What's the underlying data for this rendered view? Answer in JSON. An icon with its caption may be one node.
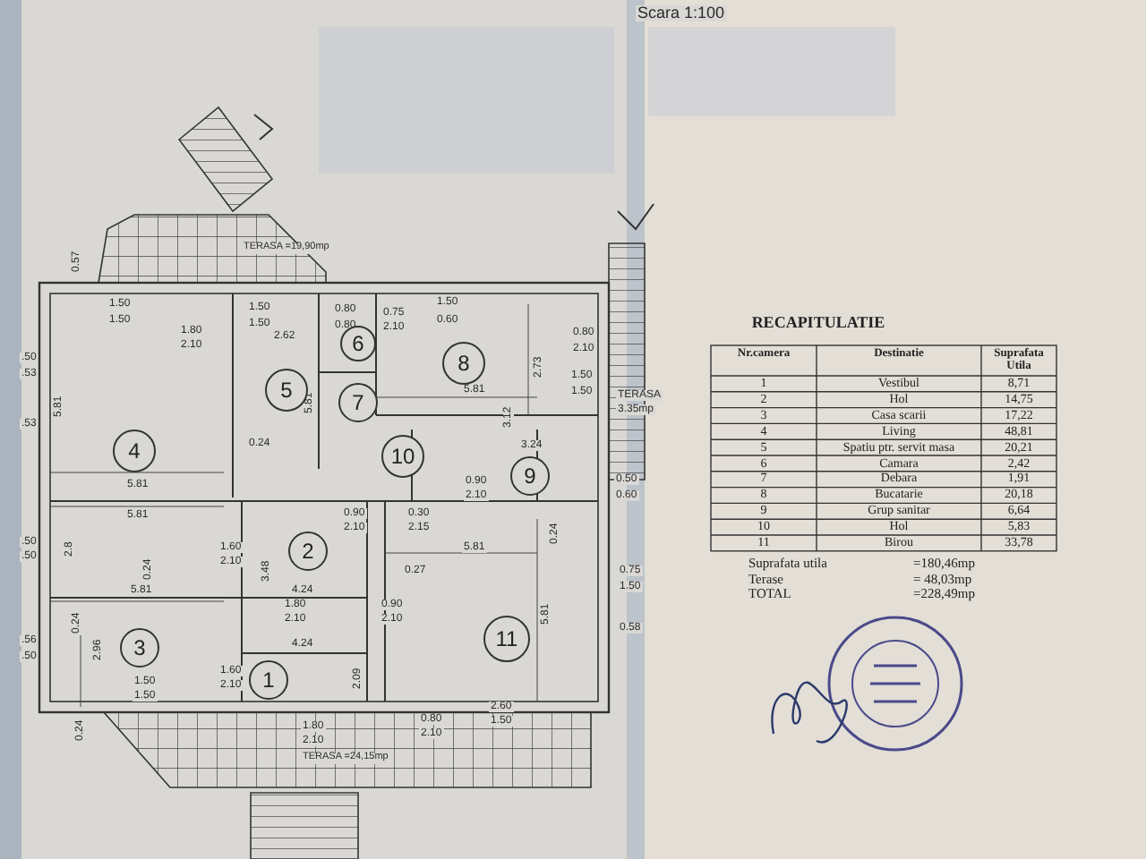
{
  "diagram": {
    "nodes": [
      {
        "text": [
          "1"
        ]
      },
      {
        "text": [
          "2"
        ]
      },
      {
        "text": [
          "3"
        ]
      },
      {
        "text": [
          "4"
        ]
      },
      {
        "text": [
          "5"
        ]
      },
      {
        "text": [
          "6"
        ]
      },
      {
        "text": [
          "7"
        ]
      },
      {
        "text": [
          "8"
        ]
      },
      {
        "text": [
          "9"
        ]
      },
      {
        "text": [
          "10"
        ]
      },
      {
        "text": [
          "11"
        ]
      }
    ],
    "labels": [
      "Scara 1:100",
      "TERASA =19,90mp",
      "0.57",
      "1.50",
      "1.50",
      "1.80",
      "2.10",
      "1.50",
      "1.50",
      "2.62",
      "0.80",
      "0.80",
      "0.75",
      "2.10",
      "1.50",
      "0.60",
      "0.80",
      "2.10",
      ".50",
      ".53",
      "5.81",
      "2.73",
      "5.81",
      "1.50",
      "1.50",
      "TERASA",
      "3.35mp",
      "5.81",
      ".53",
      "3.12",
      "0.24",
      "3.24",
      "0.90",
      "2.10",
      "0.50",
      "0.60",
      "5.81",
      "0.90",
      "2.10",
      "0.30",
      "2.15",
      "5.81",
      "0.24",
      ".50",
      ".50",
      "2.8",
      "1.60",
      "2.10",
      "5.81",
      "0.75",
      "1.50",
      "0.24",
      "3.48",
      "0.27",
      "4.24",
      "1.80",
      "2.10",
      "0.90",
      "2.10",
      "5.81",
      "0.24",
      "5.81",
      "0.58",
      ".56",
      ".50",
      "2.96",
      "4.24",
      "1.60",
      "2.10",
      "2.09",
      "1.50",
      "1.50",
      "2.60",
      "1.50",
      "1.80",
      "2.10",
      "0.80",
      "2.10",
      "0.24",
      "TERASA =24,15mp",
      "RECAPITULATIE",
      "Nr.camera",
      "Destinatie",
      "Suprafata Utila",
      "1",
      "Vestibul",
      "8,71",
      "2",
      "Hol",
      "14,75",
      "3",
      "Casa scarii",
      "17,22",
      "4",
      "Living",
      "48,81",
      "5",
      "Spatiu ptr. servit masa",
      "20,21",
      "6",
      "Camara",
      "2,42",
      "7",
      "Debara",
      "1,91",
      "8",
      "Bucatarie",
      "20,18",
      "9",
      "Grup sanitar",
      "6,64",
      "10",
      "Hol",
      "5,83",
      "11",
      "Birou",
      "33,78",
      "Suprafata utila",
      "=180,46mp",
      "Terase",
      "= 48,03mp",
      "TOTAL",
      "=228,49mp"
    ]
  }
}
